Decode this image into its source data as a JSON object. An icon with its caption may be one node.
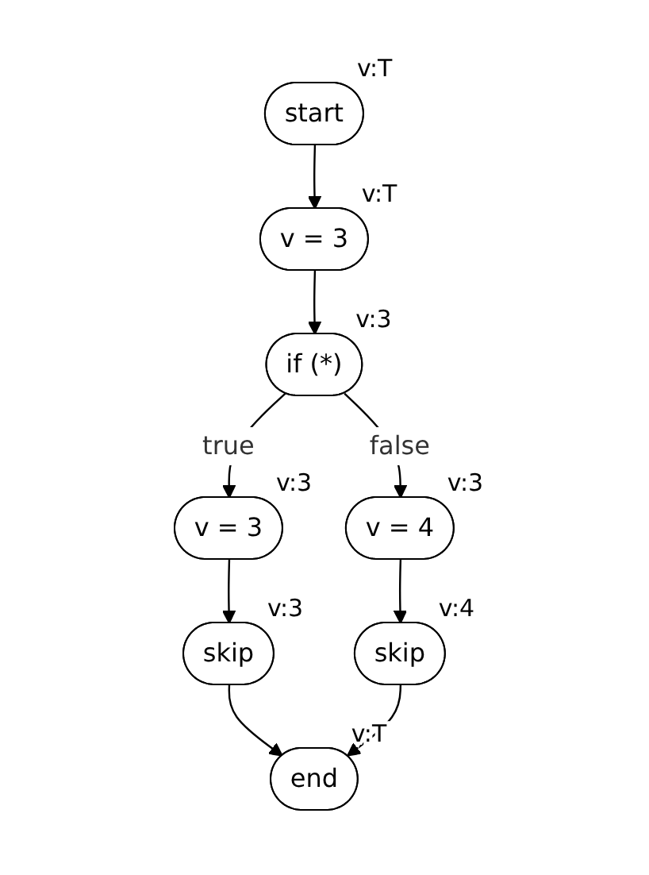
{
  "diagram": {
    "nodes": [
      {
        "text": [
          "start"
        ],
        "beside": [
          "v:T"
        ]
      },
      {
        "text": [
          "v = 3"
        ],
        "beside": [
          "v:T"
        ]
      },
      {
        "text": [
          "if (*)"
        ],
        "beside": [
          "v:3"
        ]
      },
      {
        "text": [
          "v = 3"
        ],
        "beside": [
          "v:3"
        ]
      },
      {
        "text": [
          "v = 4"
        ],
        "beside": [
          "v:3"
        ]
      },
      {
        "text": [
          "skip"
        ],
        "beside": [
          "v:3"
        ]
      },
      {
        "text": [
          "skip"
        ],
        "beside": [
          "v:4"
        ]
      },
      {
        "text": [
          "end"
        ],
        "beside": [
          "v:T"
        ]
      }
    ],
    "edges": [
      {
        "from": 0,
        "to": 1,
        "arrow": "to"
      },
      {
        "from": 1,
        "to": 2,
        "arrow": "to"
      },
      {
        "from": 2,
        "to": 3,
        "arrow": "to",
        "label": "true"
      },
      {
        "from": 2,
        "to": 4,
        "arrow": "to",
        "label": "false"
      },
      {
        "from": 3,
        "to": 5,
        "arrow": "to"
      },
      {
        "from": 4,
        "to": 6,
        "arrow": "to"
      },
      {
        "from": 5,
        "to": 7,
        "arrow": "to"
      },
      {
        "from": 6,
        "to": 7,
        "arrow": "to"
      }
    ]
  }
}
